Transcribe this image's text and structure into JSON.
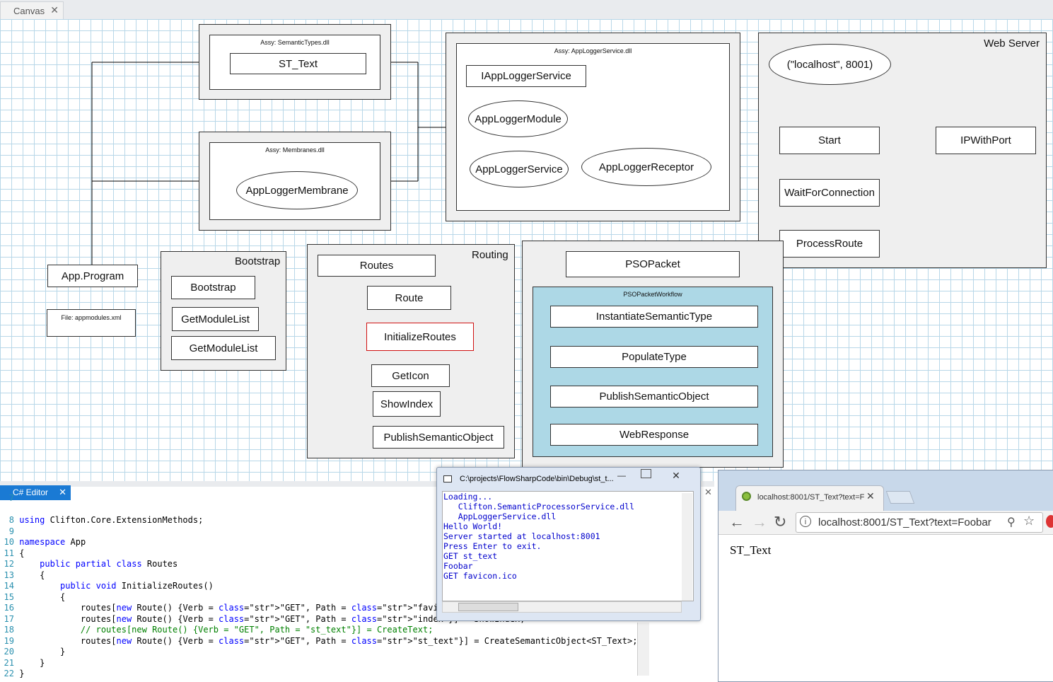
{
  "top_tab": {
    "label": "Canvas",
    "close": "✕"
  },
  "diagram": {
    "semantic_types": {
      "caption": "Assy: SemanticTypes.dll",
      "item": "ST_Text"
    },
    "membranes": {
      "caption": "Assy: Membranes.dll",
      "item": "AppLoggerMembrane"
    },
    "app_logger": {
      "caption": "Assy: AppLoggerService.dll",
      "interface": "IAppLoggerService",
      "module": "AppLoggerModule",
      "service": "AppLoggerService",
      "receptor": "AppLoggerReceptor"
    },
    "web_server": {
      "title": "Web Server",
      "endpoint": "(\"localhost\", 8001)",
      "start": "Start",
      "ipwithport": "IPWithPort",
      "wait": "WaitForConnection",
      "process": "ProcessRoute"
    },
    "app_program": "App.Program",
    "file_note": "File: appmodules.xml",
    "bootstrap": {
      "title": "Bootstrap",
      "items": [
        "Bootstrap",
        "GetModuleList",
        "GetModuleList"
      ]
    },
    "routing": {
      "title": "Routing",
      "routes": "Routes",
      "route": "Route",
      "init": "InitializeRoutes",
      "geticon": "GetIcon",
      "showindex": "ShowIndex",
      "publish": "PublishSemanticObject"
    },
    "pso": {
      "packet": "PSOPacket",
      "workflow_caption": "PSOPacketWorkflow",
      "steps": [
        "InstantiateSemanticType",
        "PopulateType",
        "PublishSemanticObject",
        "WebResponse"
      ],
      "workflow_color": "#add8e6"
    }
  },
  "editor": {
    "tab_label": "C# Editor",
    "close": "✕",
    "lines": [
      {
        "n": "8",
        "text": "using Clifton.Core.ExtensionMethods;"
      },
      {
        "n": "9",
        "text": ""
      },
      {
        "n": "10",
        "text": "namespace App"
      },
      {
        "n": "11",
        "text": "{"
      },
      {
        "n": "12",
        "text": "    public partial class Routes"
      },
      {
        "n": "13",
        "text": "    {"
      },
      {
        "n": "14",
        "text": "        public void InitializeRoutes()"
      },
      {
        "n": "15",
        "text": "        {"
      },
      {
        "n": "16",
        "text": "            routes[new Route() {Verb = \"GET\", Path = \"favicon.ico\"}] = GetIcon;"
      },
      {
        "n": "17",
        "text": "            routes[new Route() {Verb = \"GET\", Path = \"index\"}] = ShowIndex;"
      },
      {
        "n": "18",
        "text": "            // routes[new Route() {Verb = \"GET\", Path = \"st_text\"}] = CreateText;"
      },
      {
        "n": "19",
        "text": "            routes[new Route() {Verb = \"GET\", Path = \"st_text\"}] = CreateSemanticObject<ST_Text>;"
      },
      {
        "n": "20",
        "text": "        }"
      },
      {
        "n": "21",
        "text": "    }"
      },
      {
        "n": "22",
        "text": "}"
      }
    ]
  },
  "console": {
    "title": "C:\\projects\\FlowSharpCode\\bin\\Debug\\st_t...",
    "lines": [
      "Loading...",
      "   Clifton.SemanticProcessorService.dll",
      "   AppLoggerService.dll",
      "Hello World!",
      "Server started at localhost:8001",
      "Press Enter to exit.",
      "GET st_text",
      "Foobar",
      "GET favicon.ico"
    ]
  },
  "browser": {
    "tab_title": "localhost:8001/ST_Text?text=F",
    "url": "localhost:8001/ST_Text?text=Foobar",
    "content": "ST_Text"
  }
}
